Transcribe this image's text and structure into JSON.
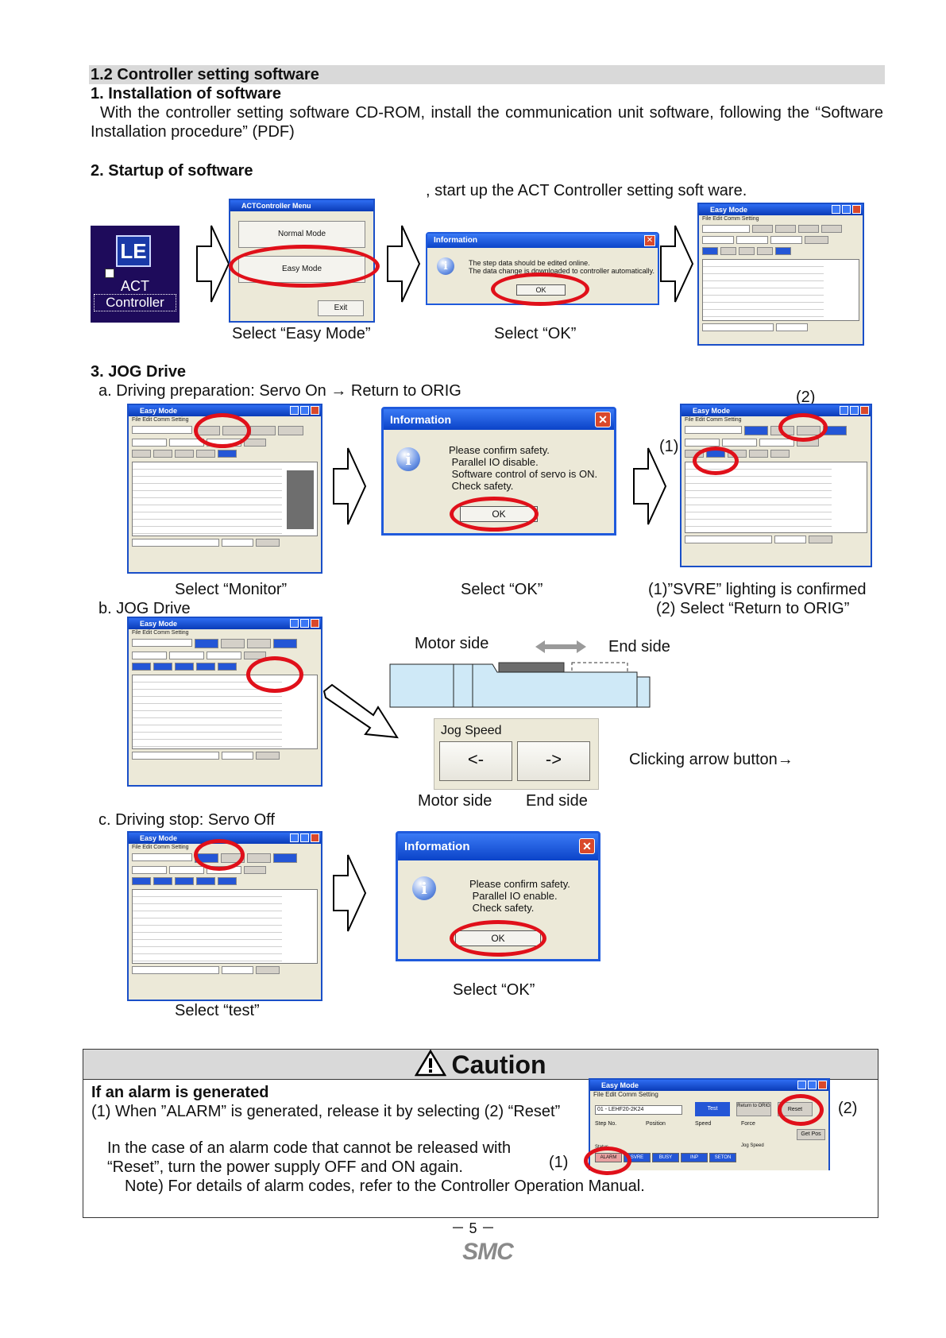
{
  "section": {
    "title": "1.2 Controller setting software",
    "sub1_title": "1. Installation of software",
    "sub1_text": "With the controller setting software CD-ROM, install the communication unit software, following the “Software Installation procedure” (PDF)",
    "sub2_title": "2. Startup of software",
    "sub2_text": ", start up the ACT Controller setting soft ware.",
    "sub3_title": "3. JOG Drive",
    "sub3a": "a. Driving preparation: Servo On → Return to ORIG",
    "sub3b": "b. JOG Drive",
    "sub3c": "c. Driving stop: Servo Off"
  },
  "startup": {
    "icon_letters": "LE",
    "icon_label_1": "ACT",
    "icon_label_2": "Controller",
    "menu_title": "ACTController Menu",
    "normal_mode": "Normal Mode",
    "easy_mode": "Easy Mode",
    "exit": "Exit",
    "caption_easy": "Select “Easy Mode”",
    "info_title": "Information",
    "info_msg": "The step data should be edited online.\nThe data change is downloaded to controller automatically.",
    "ok": "OK",
    "caption_ok": "Select “OK”"
  },
  "easy_mode_window": {
    "title": "Easy Mode",
    "menu": "File  Edit  Comm  Setting"
  },
  "jog_a": {
    "info_title": "Information",
    "info_msg": "Please confirm safety.\n Parallel IO disable.\n Software control of servo is ON.\n Check safety.",
    "ok": "OK",
    "caption_monitor": "Select “Monitor”",
    "caption_ok": "Select “OK”",
    "label_1": "(1)",
    "label_2": "(2)",
    "caption_right_1": "(1)”SVRE” lighting is confirmed",
    "caption_right_2": "(2) Select “Return to ORIG”"
  },
  "jog_b": {
    "motor_side": "Motor  side",
    "end_side": "End side",
    "jog_speed": "Jog Speed",
    "left_arrow": "<-",
    "right_arrow": "->",
    "clicking_text": "Clicking arrow button→",
    "motor_side_2": "Motor  side",
    "end_side_2": "End side"
  },
  "jog_c": {
    "info_title": "Information",
    "info_msg": "Please confirm safety.\n Parallel IO enable.\n Check safety.",
    "ok": "OK",
    "caption_ok": "Select “OK”",
    "caption_test": "Select “test”"
  },
  "caution": {
    "title": "Caution",
    "alarm_heading": "If an alarm is generated",
    "line1": "(1) When ”ALARM” is generated, release it by selecting (2) “Reset”",
    "line2": "In the case of an alarm code that cannot be released with",
    "line3": "“Reset”, turn the power supply OFF and ON again.",
    "line4": "Note) For details of alarm codes, refer to the Controller Operation Manual.",
    "label_1": "(1)",
    "label_2": "(2)",
    "win_title": "Easy Mode",
    "win_menu": "File  Edit  Comm  Setting",
    "id_value": "01 - LEHF20-2K24",
    "btn_test": "Test",
    "btn_return": "Return to ORIG",
    "btn_reset": "Reset",
    "step_no": "Step No.",
    "position": "Position",
    "speed": "Speed",
    "force": "Force",
    "get_pos": "Get Pos",
    "jog_speed": "Jog Speed",
    "status": "Status",
    "alarm": "ALARM",
    "svre": "SVRE",
    "busy": "BUSY",
    "inp": "INP",
    "seton": "SETON"
  },
  "footer": {
    "page": "－ 5 －",
    "logo": "SMC"
  }
}
